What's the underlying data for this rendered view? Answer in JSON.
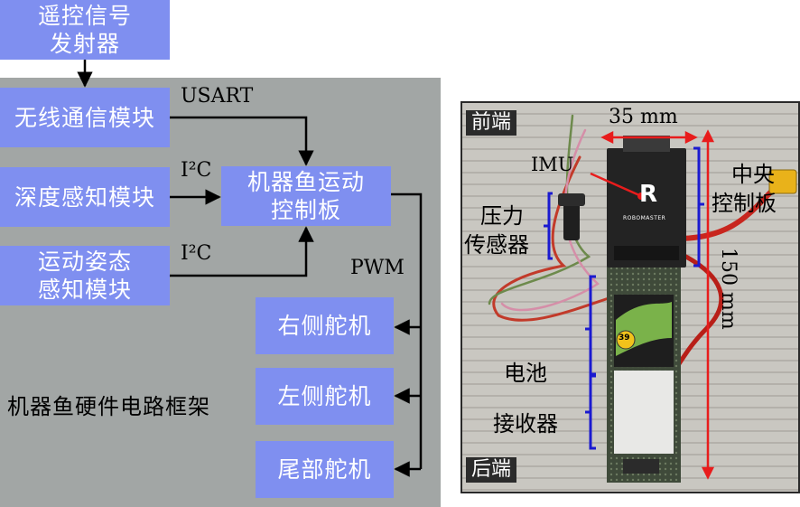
{
  "diagram": {
    "blocks": {
      "remote_tx": [
        "遥控信号",
        "发射器"
      ],
      "wireless": [
        "无线通信模块"
      ],
      "depth": [
        "深度感知模块"
      ],
      "attitude": [
        "运动姿态",
        "感知模块"
      ],
      "controller": [
        "机器鱼运动",
        "控制板"
      ],
      "servo_right": [
        "右侧舵机"
      ],
      "servo_left": [
        "左侧舵机"
      ],
      "servo_tail": [
        "尾部舵机"
      ]
    },
    "edge_labels": {
      "usart": "USART",
      "i2c_1": "I²C",
      "i2c_2": "I²C",
      "pwm": "PWM"
    },
    "caption": "机器鱼硬件电路框架"
  },
  "photo": {
    "front": "前端",
    "rear": "后端",
    "width_dim": "35 mm",
    "length_dim": "150 mm",
    "imu": "IMU",
    "pressure": [
      "压力",
      "传感器"
    ],
    "central_board": [
      "中央",
      "控制板"
    ],
    "battery": "电池",
    "receiver": "接收器",
    "brand_mark": "ROBOMASTER",
    "board_logo": "R",
    "sticker": "39",
    "colors": {
      "dimension_arrow": "#e81c1c",
      "bracket": "#1a1ad0",
      "block_fill": "#7f8ff0",
      "panel_bg": "#a2a6a5"
    }
  }
}
